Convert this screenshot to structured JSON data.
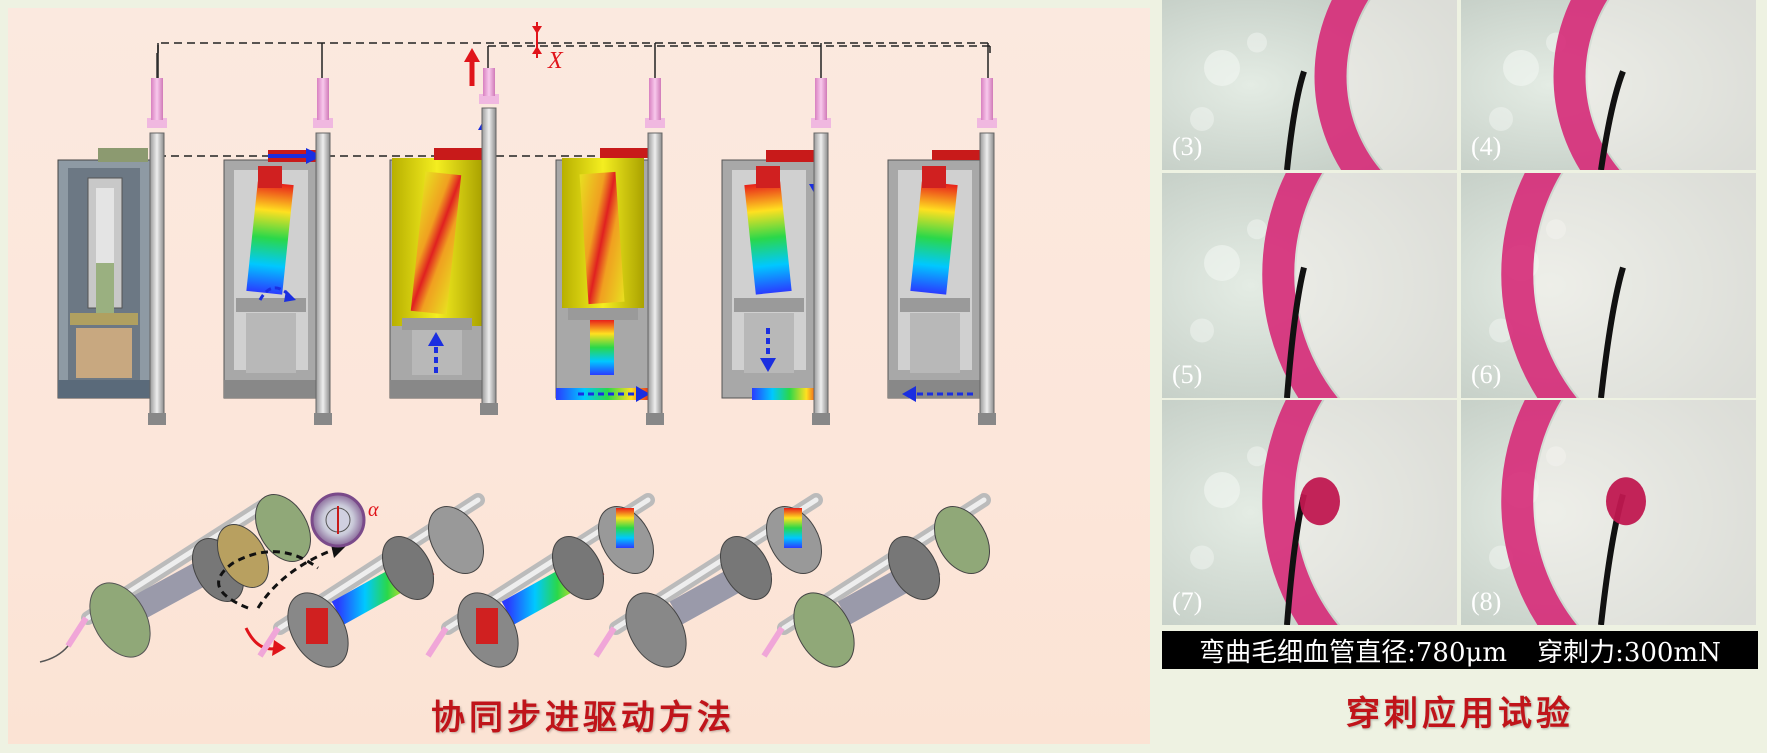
{
  "left_panel": {
    "caption": "协同步进驱动方法",
    "displacement_symbol": "X",
    "angle_symbol": "α"
  },
  "right_panel": {
    "caption": "穿刺应用试验",
    "photos": [
      {
        "label": "(3)"
      },
      {
        "label": "(4)"
      },
      {
        "label": "(5)"
      },
      {
        "label": "(6)"
      },
      {
        "label": "(7)"
      },
      {
        "label": "(8)"
      }
    ],
    "info": {
      "diameter": "弯曲毛细血管直径:780μm",
      "force": "穿刺力:300mN"
    }
  },
  "colors": {
    "caption": "#c0141a",
    "arrow_red": "#e0141a",
    "arrow_blue": "#1a2ee0",
    "vessel_pink": "#d62a78",
    "needle_pink": "#f0a6d8"
  }
}
